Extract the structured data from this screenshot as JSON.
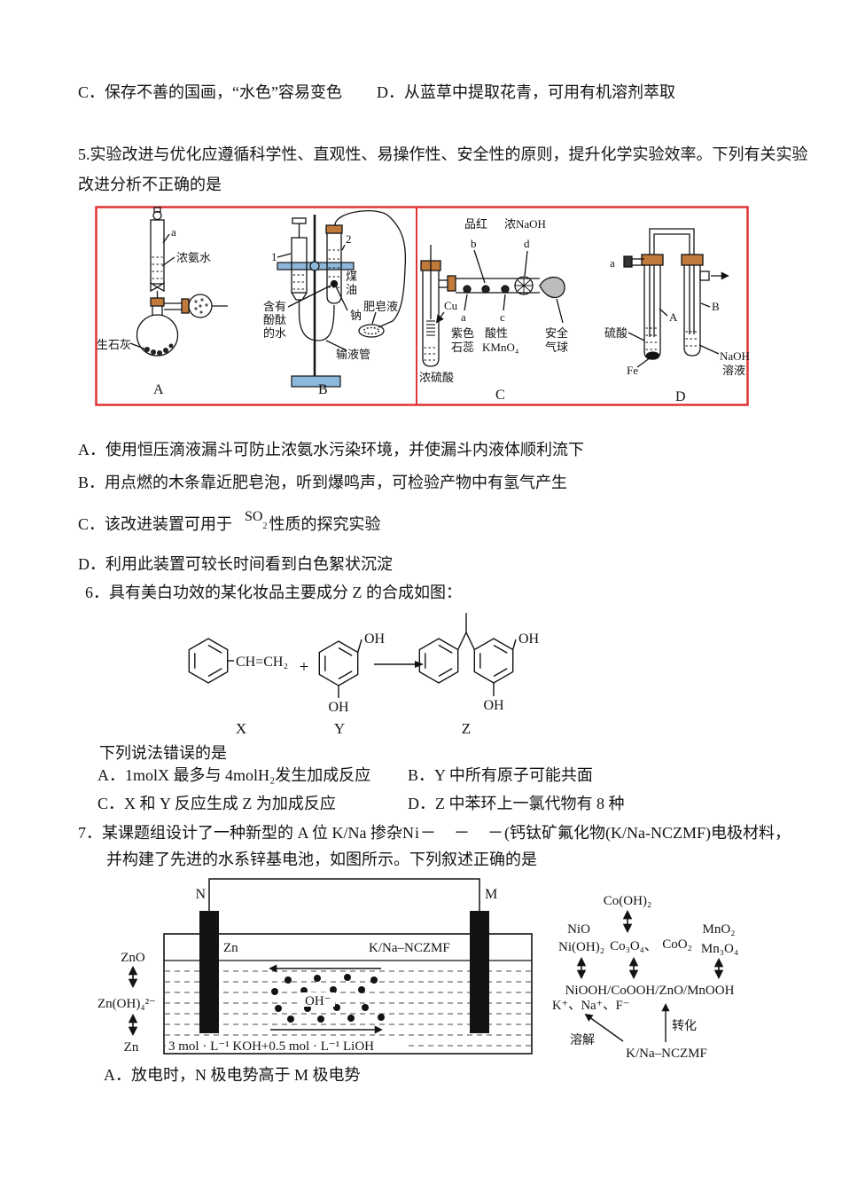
{
  "q4": {
    "option_c": "C．保存不善的国画，“水色”容易变色",
    "option_d": "D．从蓝草中提取花青，可用有机溶剂萃取"
  },
  "q5": {
    "stem1": "5.实验改进与优化应遵循科学性、直观性、易操作性、安全性的原则，提升化学实验效率。下列有关实验",
    "stem2": "改进分析不正确的是",
    "optionA": "A．使用恒压滴液漏斗可防止浓氨水污染环境，并使漏斗内液体顺利流下",
    "optionB": "B．用点燃的木条靠近肥皂泡，听到爆鸣声，可检验产物中有氢气产生",
    "optionC_pre": "C．该改进装置可用于",
    "optionC_formula": "SO",
    "optionC_formula_sub": "2",
    "optionC_post": "性质的探究实验",
    "optionD": "D．利用此装置可较长时间看到白色絮状沉淀",
    "figure": {
      "A": {
        "label": "A",
        "a": "a",
        "ammonia": "浓氨水",
        "quicklime": "生石灰"
      },
      "B": {
        "label": "B",
        "one": "1",
        "two": "2",
        "kerosene1": "煤",
        "kerosene2": "油",
        "sodium": "钠",
        "phenol1": "含有",
        "phenol2": "酚酞",
        "phenol3": "的水",
        "tube": "输液管",
        "soap": "肥皂液"
      },
      "C": {
        "label": "C",
        "pinhong": "品红",
        "b": "b",
        "naoh": "浓NaOH",
        "d": "d",
        "cu": "Cu",
        "a": "a",
        "litmus1": "紫色",
        "litmus2": "石蕊",
        "c": "c",
        "acid1": "酸性",
        "acid2": "KMnO₄",
        "safe1": "安全",
        "safe2": "气球",
        "h2so4": "浓硫酸"
      },
      "D": {
        "label": "D",
        "a": "a",
        "tubeA": "A",
        "tubeB": "B",
        "sulfuric": "硫酸",
        "fe": "Fe",
        "naoh": "NaOH",
        "solution": "溶液"
      }
    }
  },
  "q6": {
    "stem": "6．具有美白功效的某化妆品主要成分 Z 的合成如图：",
    "figure": {
      "vinyl": "CH=CH₂",
      "plus": "+",
      "oh1": "OH",
      "oh2": "OH",
      "oh3": "OH",
      "oh4": "OH",
      "x": "X",
      "y": "Y",
      "z": "Z"
    },
    "prompt": "下列说法错误的是",
    "optionA": "A．1molX 最多与 4molH₂发生加成反应",
    "optionB": "B．Y 中所有原子可能共面",
    "optionC": "C．X 和 Y 反应生成 Z 为加成反应",
    "optionD": "D．Z 中苯环上一氯代物有 8 种"
  },
  "q7": {
    "stem1_pre": "7．某课题组设计了一种新型的 A 位 K/Na 掺杂",
    "stem1_formula": "Ni－　－　－",
    "stem1_post": "(钙钛矿氟化物(K/Na-NCZMF)电极材料，",
    "stem2": "并构建了先进的水系锌基电池，如图所示。下列叙述正确的是",
    "battery": {
      "n": "N",
      "m": "M",
      "zn_electrode": "Zn",
      "cathode": "K/Na–NCZMF",
      "zno": "ZnO",
      "zn_oh4": "Zn(OH)₄²⁻",
      "zn": "Zn",
      "oh": "OH⁻",
      "electrolyte": "3 mol · L⁻¹ KOH+0.5 mol · L⁻¹ LiOH"
    },
    "conversion": {
      "co_oh2": "Co(OH)₂",
      "nio": "NiO",
      "ni_oh2": "Ni(OH)₂",
      "co3o4": "Co₃O₄、",
      "coo2": "CoO₂",
      "mno2": "MnO₂",
      "mn3o4": "Mn₃O₄",
      "oxyhydroxides": "NiOOH/CoOOH/ZnO/MnOOH",
      "ions": "K⁺、Na⁺、F⁻",
      "dissolve": "溶解",
      "transform": "转化",
      "kna": "K/Na–NCZMF"
    },
    "optionA": "A．放电时，N 极电势高于 M 极电势"
  },
  "colors": {
    "figure_border": "#e03436",
    "stand_blue": "#8cb8dc",
    "stopper": "#c07a3c"
  }
}
